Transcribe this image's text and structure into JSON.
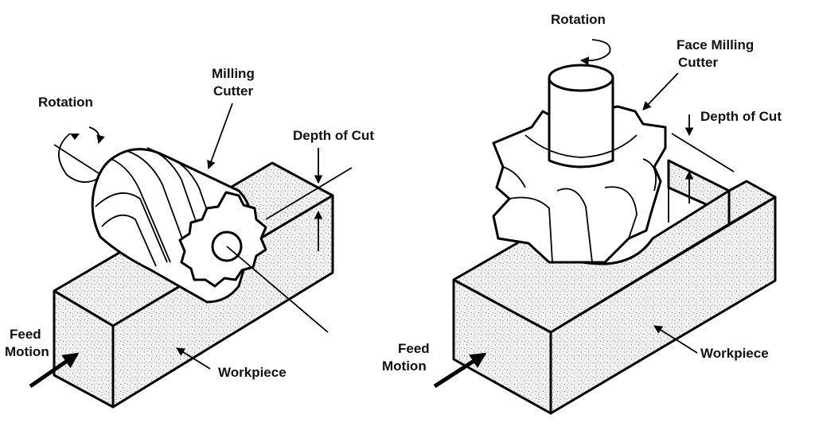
{
  "left_panel": {
    "rotation": "Rotation",
    "cutter_line1": "Milling",
    "cutter_line2": "Cutter",
    "depth": "Depth of Cut",
    "feed_line1": "Feed",
    "feed_line2": "Motion",
    "workpiece": "Workpiece"
  },
  "right_panel": {
    "rotation": "Rotation",
    "cutter_line1": "Face Milling",
    "cutter_line2": "Cutter",
    "depth": "Depth of Cut",
    "feed_line1": "Feed",
    "feed_line2": "Motion",
    "workpiece": "Workpiece"
  },
  "colors": {
    "ink": "#000000",
    "paper": "#ffffff",
    "stipple": "#9a9a9a"
  }
}
